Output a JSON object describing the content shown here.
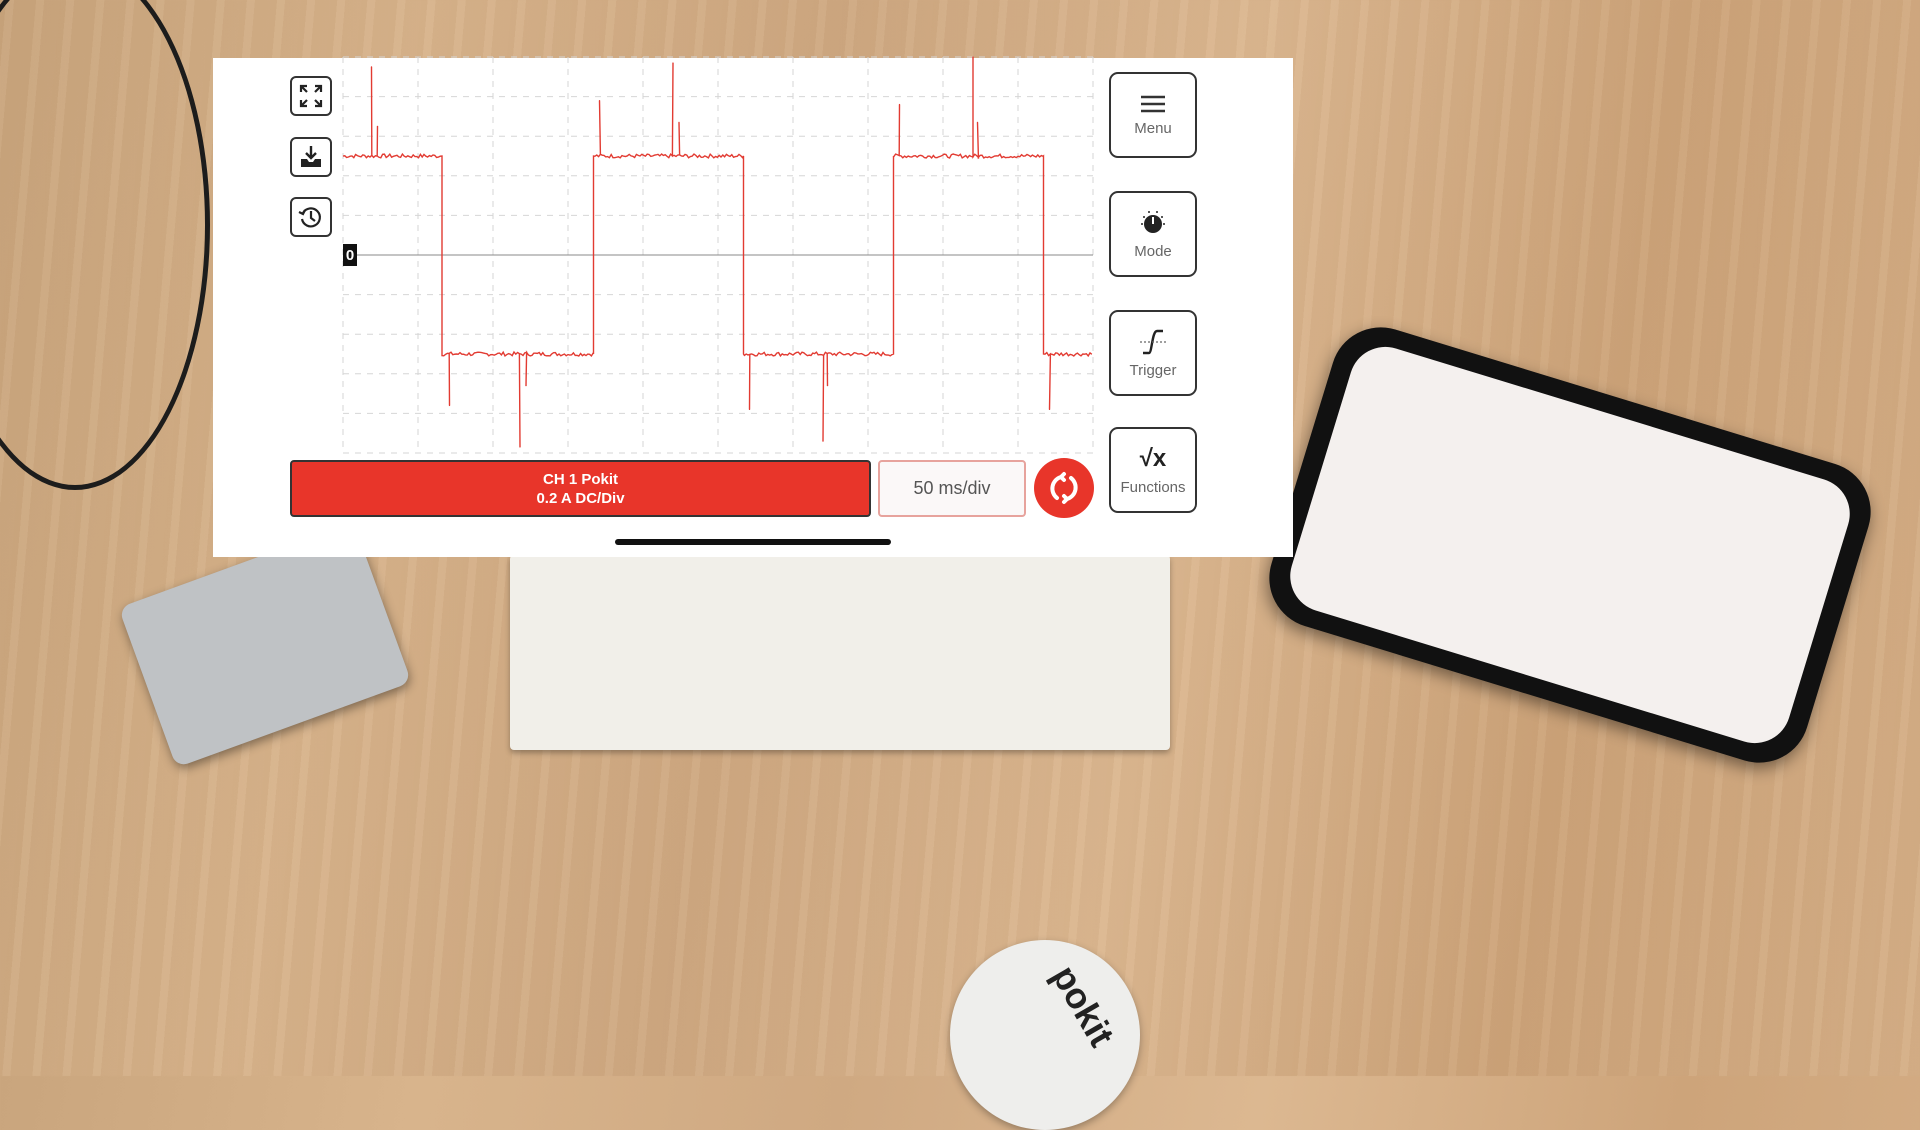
{
  "app": {
    "left_tools": [
      {
        "name": "fullscreen",
        "icon": "expand-icon"
      },
      {
        "name": "save",
        "icon": "download-tray-icon"
      },
      {
        "name": "history",
        "icon": "history-icon"
      }
    ],
    "side_buttons": [
      {
        "label": "Menu",
        "icon": "hamburger-icon"
      },
      {
        "label": "Mode",
        "icon": "knob-icon"
      },
      {
        "label": "Trigger",
        "icon": "trigger-edge-icon"
      },
      {
        "label": "Functions",
        "icon": "sqrt-x-icon",
        "icon_text": "√x"
      }
    ],
    "zero_marker": "0",
    "channel": {
      "line1": "CH 1 Pokit",
      "line2": "0.2 A DC/Div"
    },
    "timebase": "50 ms/div",
    "run_button_icon": "run-stop-icon",
    "colors": {
      "accent": "#e8352a",
      "trace": "#e23b32",
      "grid": "#d6d6d6"
    }
  },
  "device_logo": "pokit",
  "chart_data": {
    "type": "line",
    "xlabel": "",
    "ylabel": "",
    "xlim": [
      0,
      500
    ],
    "ylim": [
      -1.0,
      1.0
    ],
    "grid": true,
    "x_divisions": 10,
    "y_divisions": 10,
    "series": [
      {
        "levels": {
          "high": 0.5,
          "low": -0.5
        },
        "initial_level": "high",
        "transitions_ms": [
          66,
          167,
          267,
          367,
          467
        ],
        "spikes": [
          {
            "x": 19,
            "y": 0.95
          },
          {
            "x": 23,
            "y": 0.65
          },
          {
            "x": 71,
            "y": -0.76
          },
          {
            "x": 118,
            "y": -0.97
          },
          {
            "x": 122,
            "y": -0.66
          },
          {
            "x": 171,
            "y": 0.78
          },
          {
            "x": 220,
            "y": 0.97
          },
          {
            "x": 224,
            "y": 0.67
          },
          {
            "x": 271,
            "y": -0.78
          },
          {
            "x": 320,
            "y": -0.94
          },
          {
            "x": 323,
            "y": -0.66
          },
          {
            "x": 371,
            "y": 0.76
          },
          {
            "x": 420,
            "y": 1.0
          },
          {
            "x": 423,
            "y": 0.67
          },
          {
            "x": 471,
            "y": -0.78
          }
        ]
      }
    ]
  }
}
